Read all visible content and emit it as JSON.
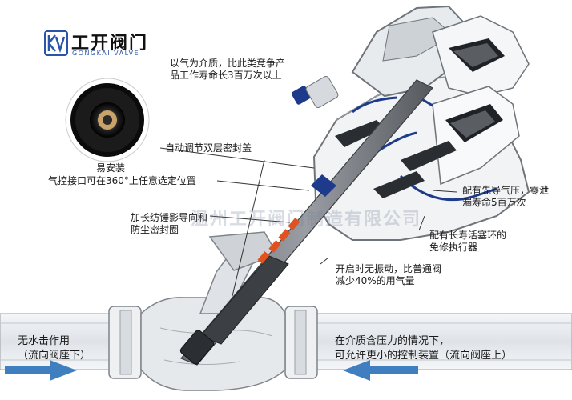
{
  "logo": {
    "name_cn": "工开阀门",
    "name_en": "GONGKAI VALVE",
    "mark": "KV",
    "color": "#2855a8"
  },
  "labels": {
    "air_medium": [
      "以气为介质，比此类竞争产",
      "品工作寿命长3百万次以上"
    ],
    "easy_install": [
      "易安装",
      "气控接口可在360°上任意选定位置"
    ],
    "auto_seal": "自动调节双层密封盖",
    "pilot_pressure": [
      "配有先导气压，零泄",
      "漏寿命5百万次"
    ],
    "long_stem": [
      "加长纺锤影导向和",
      "防尘密封圈"
    ],
    "piston_ring": [
      "配有长寿活塞环的",
      "免修执行器"
    ],
    "no_vibration": [
      "开启时无振动，比普通阀",
      "减少40%的用气量"
    ],
    "no_water_hammer": [
      "无水击作用",
      "（流向阀座下）"
    ],
    "pressure_media": [
      "在介质含压力的情况下，",
      "可允许更小的控制装置（流向阀座上）"
    ]
  },
  "watermark": "温州工开阀门制造有限公司",
  "colors": {
    "arrow": "#3f7fbf",
    "body_gray": "#9aa0a6",
    "dark_steel": "#4a4d52",
    "seal_blue": "#1d3b8a",
    "spring_orange": "#e0531f"
  }
}
